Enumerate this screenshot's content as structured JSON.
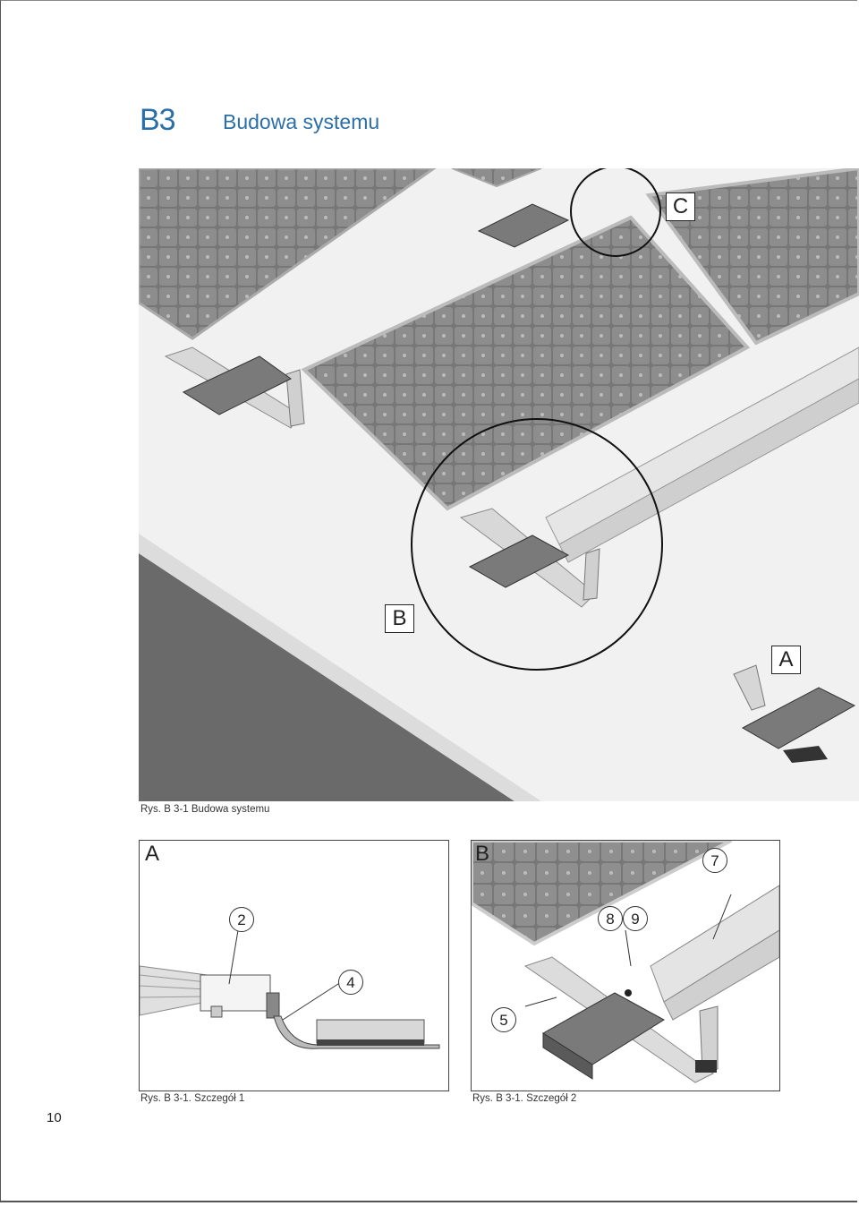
{
  "header": {
    "section_code": "B3",
    "section_title": "Budowa systemu"
  },
  "figure_main": {
    "caption": "Rys. B 3-1 Budowa systemu",
    "labels": {
      "a": "A",
      "b": "B",
      "c": "C"
    }
  },
  "detail_a": {
    "label": "A",
    "caption": "Rys. B 3-1. Szczegół 1",
    "callouts": [
      "2",
      "4"
    ]
  },
  "detail_b": {
    "label": "B",
    "caption": "Rys. B 3-1. Szczegół 2",
    "callouts": [
      "7",
      "8",
      "9",
      "5"
    ]
  },
  "page_number": "10",
  "colors": {
    "accent": "#2a6fa8",
    "panel": "#6b6b6b",
    "ballast": "#777777"
  }
}
